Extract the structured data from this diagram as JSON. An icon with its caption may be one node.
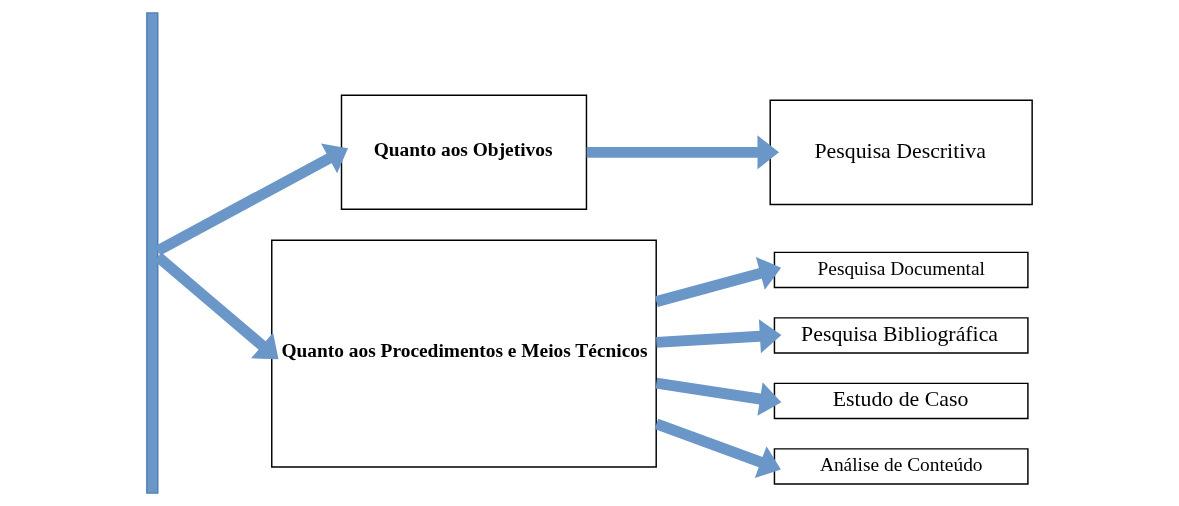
{
  "diagram": {
    "nodes": [
      {
        "text": [],
        "shape": "bar"
      },
      {
        "text": [
          "Quanto aos Objetivos"
        ]
      },
      {
        "text": [
          "Pesquisa Descritiva"
        ]
      },
      {
        "text": [
          "Quanto aos Procedimentos e Meios Técnicos"
        ]
      },
      {
        "text": [
          "Pesquisa Documental"
        ]
      },
      {
        "text": [
          "Pesquisa Bibliográfica"
        ]
      },
      {
        "text": [
          "Estudo de Caso"
        ]
      },
      {
        "text": [
          "Análise de Conteúdo"
        ]
      }
    ],
    "edges": [
      {
        "from": 0,
        "to": 1,
        "arrow": "to"
      },
      {
        "from": 1,
        "to": 2,
        "arrow": "to"
      },
      {
        "from": 0,
        "to": 3,
        "arrow": "to"
      },
      {
        "from": 3,
        "to": 4,
        "arrow": "to"
      },
      {
        "from": 3,
        "to": 5,
        "arrow": "to"
      },
      {
        "from": 3,
        "to": 6,
        "arrow": "to"
      },
      {
        "from": 3,
        "to": 7,
        "arrow": "to"
      }
    ]
  }
}
